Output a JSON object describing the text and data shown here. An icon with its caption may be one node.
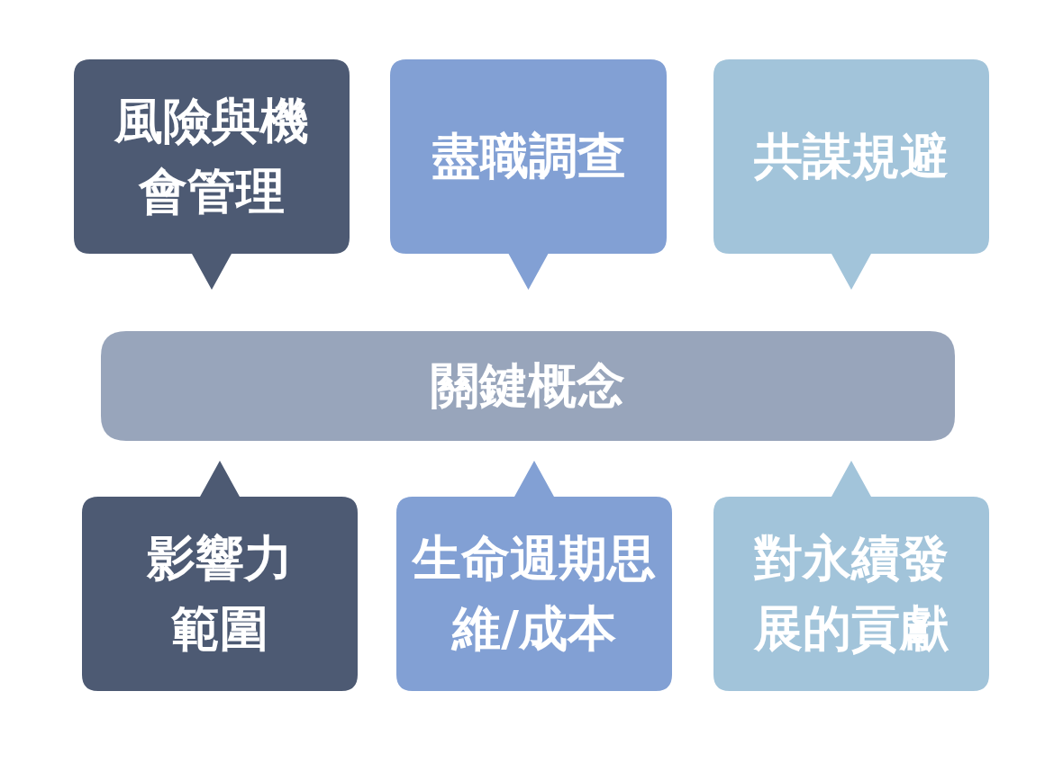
{
  "diagram": {
    "nodes": [
      {
        "text": [
          "風險與機會管理"
        ]
      },
      {
        "text": [
          "盡職調查"
        ]
      },
      {
        "text": [
          "共謀規避"
        ]
      },
      {
        "text": [
          "關鍵概念"
        ]
      },
      {
        "text": [
          "影響力範圍"
        ]
      },
      {
        "text": [
          "生命週期思維/成本"
        ]
      },
      {
        "text": [
          "對永續發展的貢獻"
        ]
      }
    ]
  }
}
